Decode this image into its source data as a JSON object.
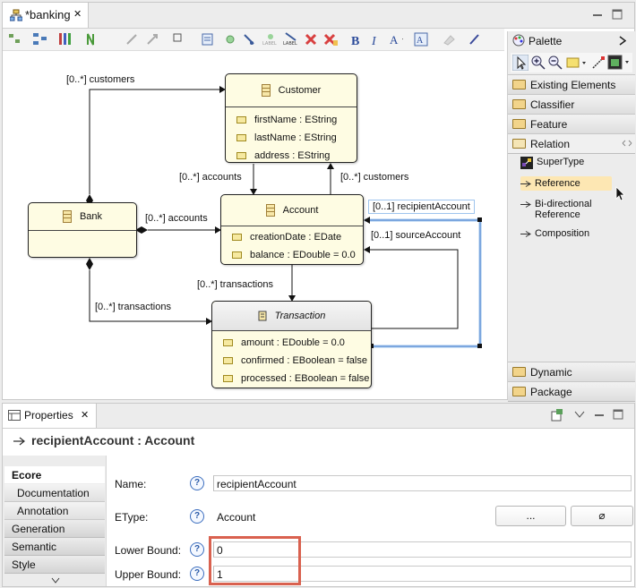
{
  "editor": {
    "tab_title": "*banking",
    "close_glyph": "✕"
  },
  "diagram": {
    "classes": {
      "customer": {
        "name": "Customer",
        "attributes": [
          "firstName : EString",
          "lastName : EString",
          "address : EString"
        ]
      },
      "account": {
        "name": "Account",
        "attributes": [
          "creationDate : EDate",
          "balance : EDouble = 0.0"
        ]
      },
      "bank": {
        "name": "Bank",
        "attributes": []
      },
      "transaction": {
        "name": "Transaction",
        "attributes": [
          "amount : EDouble = 0.0",
          "confirmed : EBoolean = false",
          "processed : EBoolean = false"
        ]
      }
    },
    "edge_labels": {
      "bank_customers": "[0..*] customers",
      "account_accounts": "[0..*] accounts",
      "customer_customers": "[0..*] customers",
      "bank_accounts": "[0..*] accounts",
      "recipient": "[0..1] recipientAccount",
      "source": "[0..1] sourceAccount",
      "account_transactions": "[0..*] transactions",
      "bank_transactions": "[0..*] transactions"
    },
    "colors": {
      "class_fill": "#fefce3",
      "selection": "#9fc4ee"
    }
  },
  "palette": {
    "title": "Palette",
    "drawers": [
      "Existing Elements",
      "Classifier",
      "Feature",
      "Relation",
      "Dynamic",
      "Package"
    ],
    "relation_items": [
      "SuperType",
      "Reference",
      "Bi-directional Reference",
      "Composition"
    ],
    "selected_item": "Reference"
  },
  "properties": {
    "tab_title": "Properties",
    "heading": "recipientAccount : Account",
    "tabs": [
      "Ecore",
      "Documentation",
      "Annotation",
      "Generation",
      "Semantic",
      "Style"
    ],
    "fields": {
      "name_label": "Name:",
      "name_value": "recipientAccount",
      "etype_label": "EType:",
      "etype_value": "Account",
      "browse_label": "...",
      "clear_label": "⌀",
      "lower_label": "Lower Bound:",
      "lower_value": "0",
      "upper_label": "Upper Bound:",
      "upper_value": "1",
      "help_glyph": "?"
    }
  }
}
